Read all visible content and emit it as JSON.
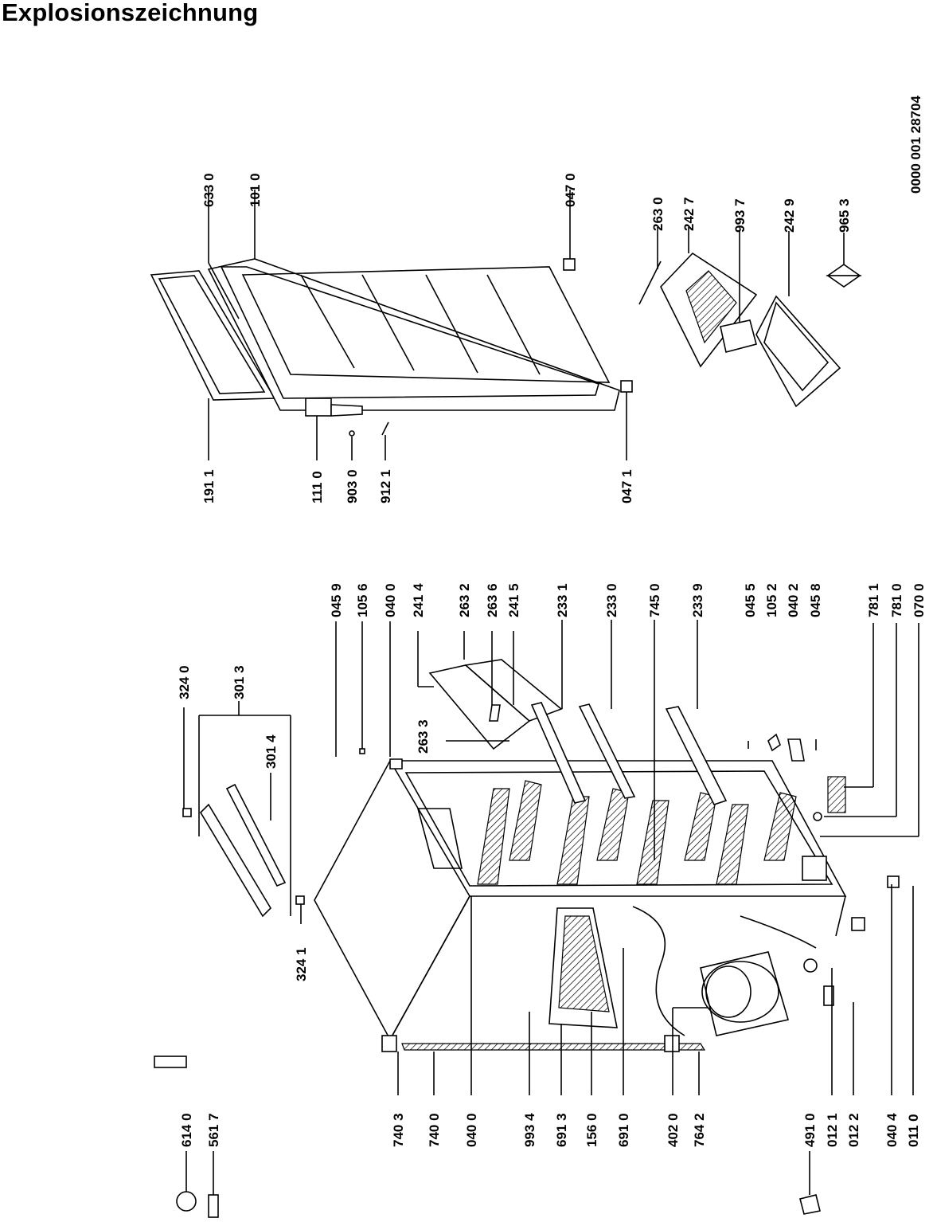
{
  "title": "Explosionszeichnung",
  "document_number": "0000 001 28704",
  "part_numbers": [
    "633 0",
    "101 0",
    "047 0",
    "263 0",
    "242 7",
    "993 7",
    "242 9",
    "965 3",
    "191 1",
    "111 0",
    "903 0",
    "912 1",
    "047 1",
    "324 0",
    "301 3",
    "301 4",
    "324 1",
    "045 9",
    "105 6",
    "040 0",
    "241 4",
    "263 2",
    "263 6",
    "241 5",
    "263 3",
    "233 1",
    "233 0",
    "745 0",
    "233 9",
    "045 5",
    "105 2",
    "040 2",
    "045 8",
    "781 1",
    "781 0",
    "070 0",
    "740 3",
    "740 0",
    "040 0",
    "993 4",
    "691 3",
    "156 0",
    "691 0",
    "402 0",
    "764 2",
    "614 0",
    "561 7",
    "491 0",
    "012 1",
    "012 2",
    "040 4",
    "011 0"
  ]
}
